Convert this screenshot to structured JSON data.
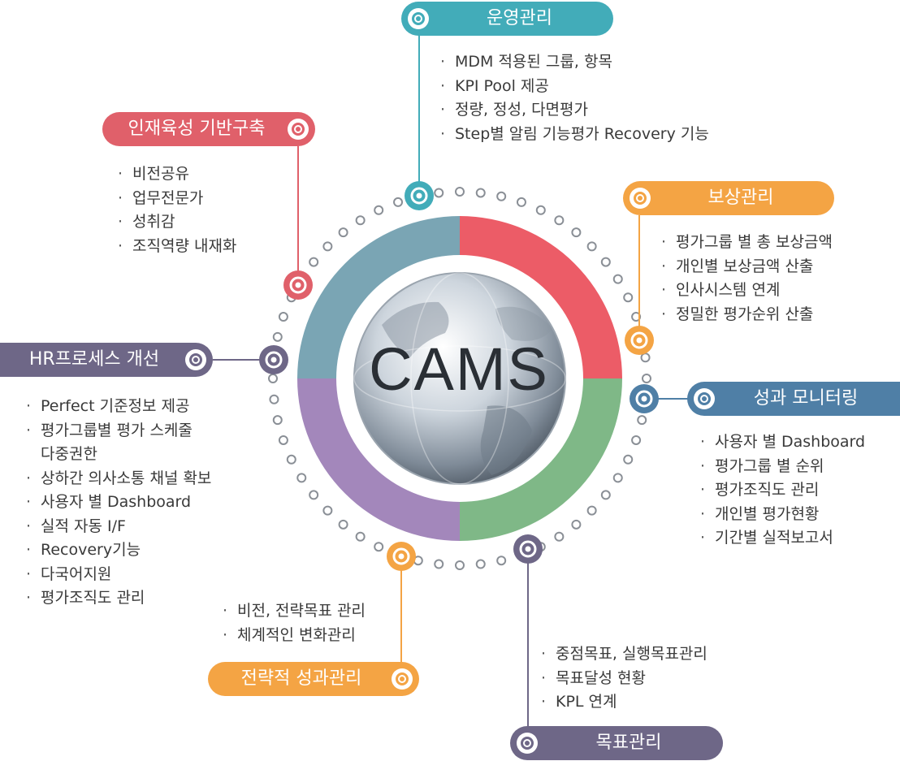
{
  "center": {
    "title": "CAMS"
  },
  "colors": {
    "teal": "#42acb9",
    "red": "#e0606a",
    "orange": "#f4a444",
    "blue": "#4f7fa6",
    "slate": "#6e6787",
    "ring_teal": "#7aa5b4",
    "ring_red": "#ec5c67",
    "ring_green": "#7fb887",
    "ring_purple": "#a387bb"
  },
  "sections": {
    "operations": {
      "title": "운영관리",
      "items": [
        "MDM 적용된 그룹, 항목",
        "KPI Pool 제공",
        "정량, 정성, 다면평가",
        "Step별 알림 기능평가 Recovery 기능"
      ]
    },
    "talent": {
      "title": "인재육성 기반구축",
      "items": [
        "비전공유",
        "업무전문가",
        "성취감",
        "조직역량 내재화"
      ]
    },
    "compensation": {
      "title": "보상관리",
      "items": [
        "평가그룹 별 총 보상금액",
        "개인별 보상금액 산출",
        "인사시스템 연계",
        "정밀한 평가순위 산출"
      ]
    },
    "hr_process": {
      "title": "HR프로세스 개선",
      "items": [
        "Perfect 기준정보 제공",
        "평가그룹별 평가 스케줄",
        "다중권한",
        "상하간 의사소통 채널 확보",
        "사용자 별 Dashboard",
        "실적 자동 I/F",
        "Recovery기능",
        "다국어지원",
        "평가조직도 관리"
      ]
    },
    "monitoring": {
      "title": "성과 모니터링",
      "items": [
        "사용자 별 Dashboard",
        "평가그룹 별 순위",
        "평가조직도 관리",
        "개인별 평가현황",
        "기간별 실적보고서"
      ]
    },
    "strategic": {
      "title": "전략적 성과관리",
      "items": [
        "비전, 전략목표 관리",
        "체계적인 변화관리"
      ]
    },
    "goals": {
      "title": "목표관리",
      "items": [
        "중점목표, 실행목표관리",
        "목표달성 현황",
        "KPL 연계"
      ]
    }
  }
}
